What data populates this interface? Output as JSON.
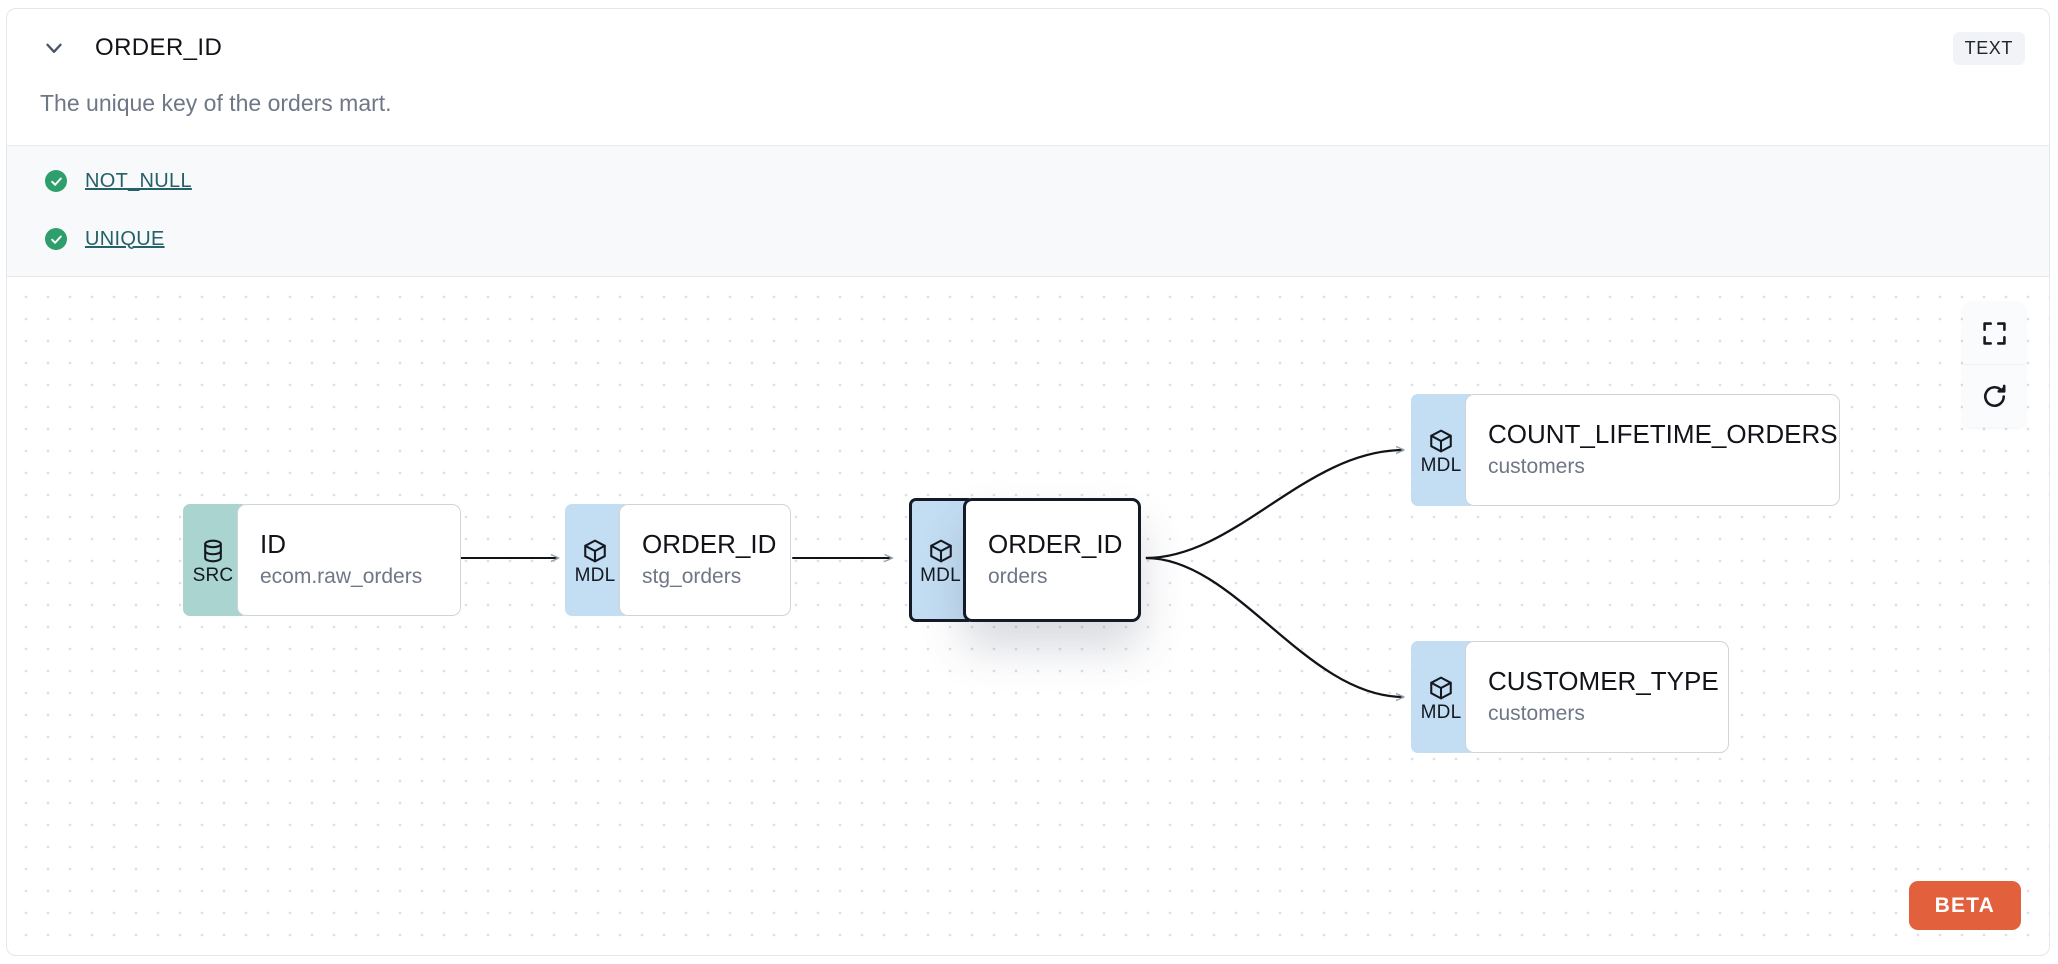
{
  "header": {
    "collapse_icon": "chevron-down-icon",
    "title": "ORDER_ID",
    "type_badge": "TEXT"
  },
  "description": "The unique key of the orders mart.",
  "tests": [
    {
      "status_icon": "check-circle-icon",
      "label": "NOT_NULL",
      "status": "passed"
    },
    {
      "status_icon": "check-circle-icon",
      "label": "UNIQUE",
      "status": "passed"
    }
  ],
  "lineage": {
    "controls": [
      {
        "name": "fullscreen-button",
        "icon": "fullscreen-icon"
      },
      {
        "name": "refresh-button",
        "icon": "refresh-icon"
      }
    ],
    "beta_badge": "BETA",
    "nodes": [
      {
        "id": "src_id",
        "kind": "SRC",
        "kind_icon": "database-icon",
        "name": "ID",
        "model": "ecom.raw_orders",
        "selected": false
      },
      {
        "id": "stg_order_id",
        "kind": "MDL",
        "kind_icon": "cube-icon",
        "name": "ORDER_ID",
        "model": "stg_orders",
        "selected": false
      },
      {
        "id": "orders_order_id",
        "kind": "MDL",
        "kind_icon": "cube-icon",
        "name": "ORDER_ID",
        "model": "orders",
        "selected": true
      },
      {
        "id": "count_lifetime_orders",
        "kind": "MDL",
        "kind_icon": "cube-icon",
        "name": "COUNT_LIFETIME_ORDERS",
        "model": "customers",
        "selected": false
      },
      {
        "id": "customer_type",
        "kind": "MDL",
        "kind_icon": "cube-icon",
        "name": "CUSTOMER_TYPE",
        "model": "customers",
        "selected": false
      }
    ],
    "edges": [
      {
        "from": "src_id",
        "to": "stg_order_id"
      },
      {
        "from": "stg_order_id",
        "to": "orders_order_id"
      },
      {
        "from": "orders_order_id",
        "to": "count_lifetime_orders"
      },
      {
        "from": "orders_order_id",
        "to": "customer_type"
      }
    ]
  },
  "colors": {
    "src_badge": "#a9d4d0",
    "mdl_badge": "#c3ddf2",
    "test_pass": "#2f9e6d",
    "test_link": "#256169",
    "beta": "#e2603c",
    "selected_border": "#141a27",
    "muted_text": "#6f7787"
  }
}
